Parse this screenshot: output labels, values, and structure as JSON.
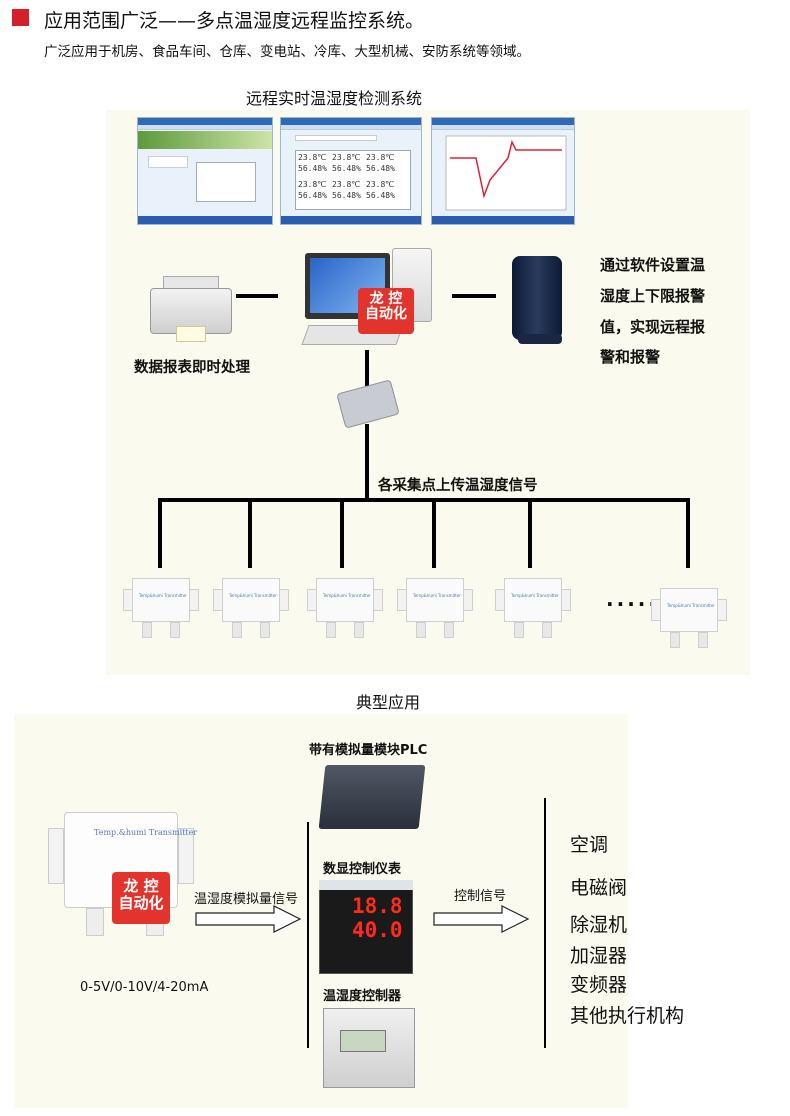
{
  "header": {
    "title": "应用范围广泛——多点温湿度远程监控系统。",
    "subtitle": "广泛应用于机房、食品车间、仓库、变电站、冷库、大型机械、安防系统等领域。"
  },
  "system": {
    "title": "远程实时温湿度检测系统",
    "screen_values": {
      "temperature": "23.8℃",
      "humidity": "56.48%"
    },
    "printer_caption": "数据报表即时处理",
    "alarm_text": [
      "通过软件设置温",
      "湿度上下限报警",
      "值，实现远程报",
      "警和报警"
    ],
    "bus_caption": "各采集点上传温湿度信号",
    "sensor_label": "Temp&humi  Transmitter",
    "ellipsis": "·····",
    "badge": {
      "line1": "龙 控",
      "line2": "自动化"
    }
  },
  "application": {
    "title": "典型应用",
    "sensor_label": "Temp.&humi  Transmitter",
    "signal_range": "0-5V/0-10V/4-20mA",
    "analog_signal_label": "温湿度模拟量信号",
    "plc_label": "带有模拟量模块PLC",
    "meter_label": "数显控制仪表",
    "meter_values": {
      "pv": "18.8",
      "sv": "40.0"
    },
    "controller_label": "温湿度控制器",
    "control_signal_label": "控制信号",
    "actuators": [
      "空调",
      "电磁阀",
      "除湿机",
      "加湿器",
      "变频器",
      "其他执行机构"
    ]
  },
  "colors": {
    "accent": "#d4202a",
    "panel_bg": "#fbfaee",
    "badge": "#e2342c",
    "digit": "#ff2a1c"
  }
}
